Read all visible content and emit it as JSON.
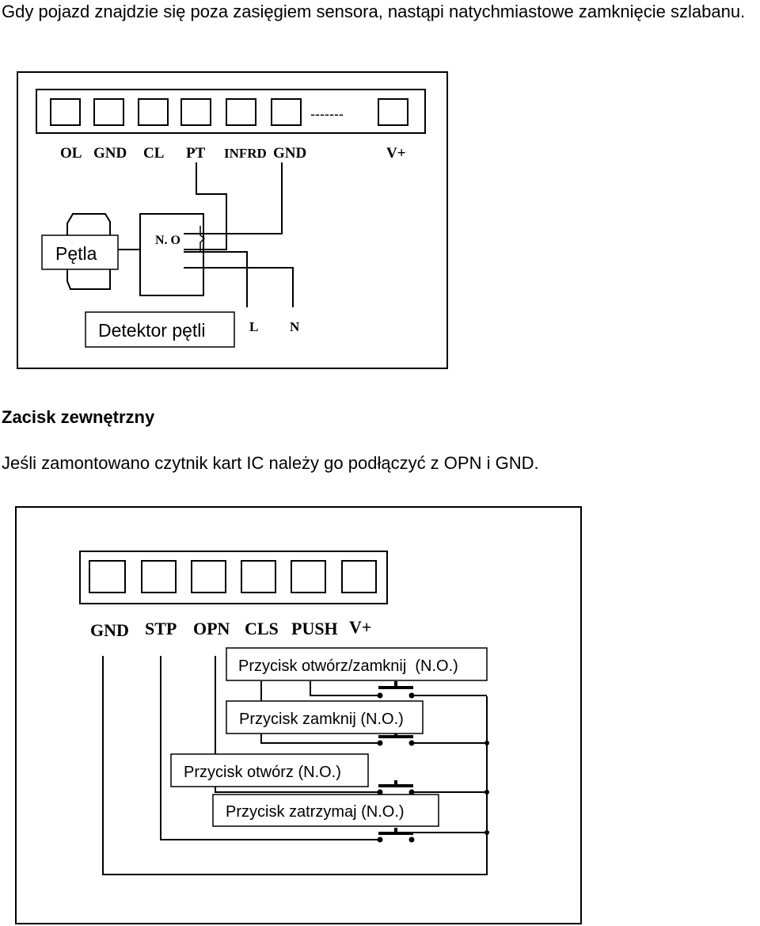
{
  "intro_text": "Gdy pojazd znajdzie się poza zasięgiem sensora, nastąpi natychmiastowe zamknięcie szlabanu.",
  "diagram1": {
    "dashes": "-------",
    "terminals": [
      "OL",
      "GND",
      "CL",
      "PT",
      "INFRD",
      "GND",
      "V+"
    ],
    "loop_label": "Pętla",
    "no_label": "N. O",
    "detector_label": "Detektor pętli",
    "l_label": "L",
    "n_label": "N"
  },
  "section_heading": "Zacisk zewnętrzny",
  "section_text": "Jeśli zamontowano czytnik kart IC należy go podłączyć z OPN i GND.",
  "diagram2": {
    "terminals": [
      "GND",
      "STP",
      "OPN",
      "CLS",
      "PUSH",
      "V+"
    ],
    "buttons": [
      "Przycisk otwórz/zamknij  (N.O.)",
      "Przycisk zamknij (N.O.)",
      "Przycisk otwórz (N.O.)",
      "Przycisk zatrzymaj (N.O.)"
    ]
  }
}
